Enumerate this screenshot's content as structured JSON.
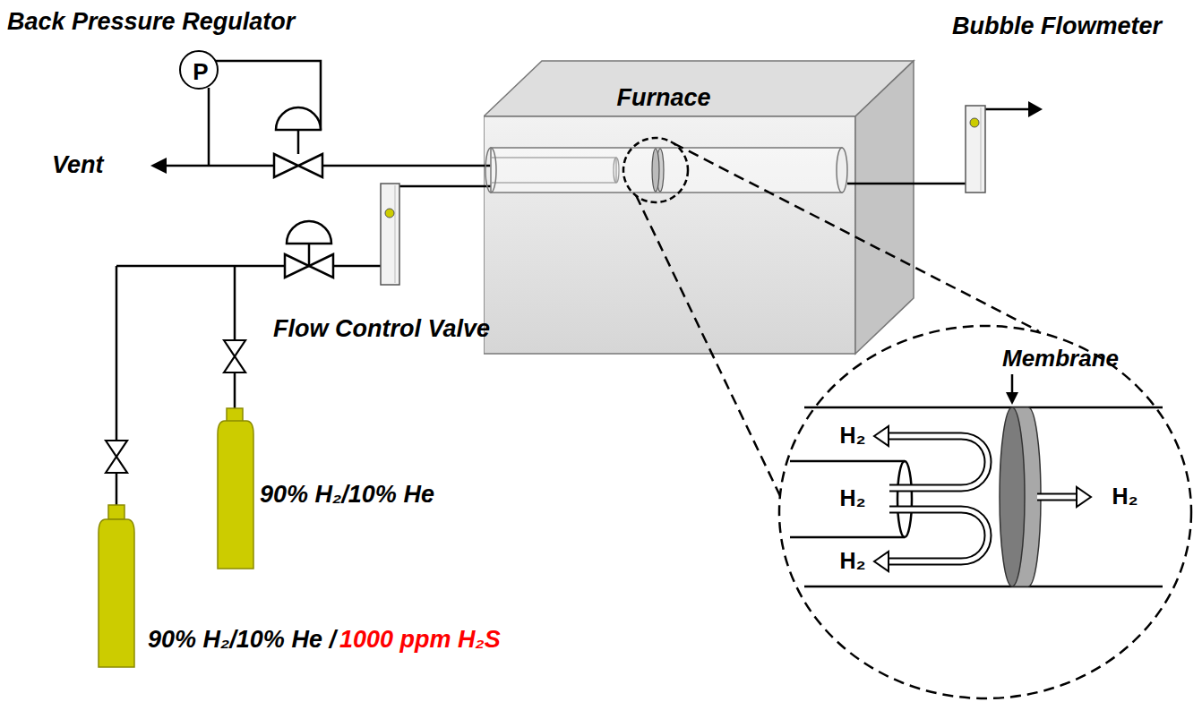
{
  "diagram": {
    "nodes": [
      {
        "text": [
          "P"
        ]
      },
      {
        "text": [
          "Furnace"
        ]
      },
      {
        "text": [
          "Membrane",
          "H₂",
          "H₂",
          "H₂",
          "H₂"
        ]
      }
    ],
    "labels": [
      "Back Pressure Regulator",
      "Bubble Flowmeter",
      "Vent",
      "Flow Control Valve",
      "90% H₂/10% He",
      "90% H₂/10% He /",
      "1000 ppm H₂S"
    ]
  }
}
